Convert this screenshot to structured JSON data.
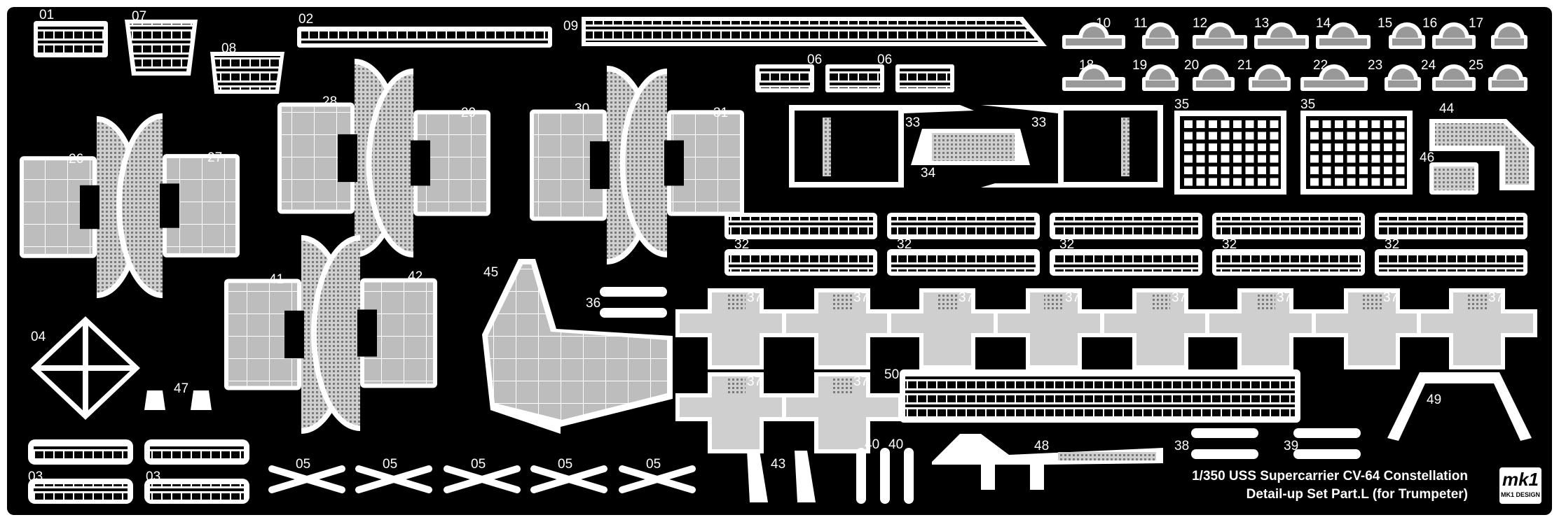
{
  "sheet": {
    "title_line1": "1/350 USS Supercarrier CV-64 Constellation",
    "title_line2": "Detail-up Set Part.L (for Trumpeter)",
    "logo_mark": "mk1",
    "logo_text": "MK1 DESIGN",
    "colors": {
      "frame": "#000000",
      "fret": "#ffffff",
      "deck": "#bdbdbd",
      "mesh": "#888888"
    }
  },
  "part_labels": {
    "p01": "01",
    "p02": "02",
    "p03a": "03",
    "p03b": "03",
    "p04": "04",
    "p05a": "05",
    "p05b": "05",
    "p05c": "05",
    "p05d": "05",
    "p05e": "05",
    "p06a": "06",
    "p06b": "06",
    "p07": "07",
    "p08": "08",
    "p09": "09",
    "p10": "10",
    "p11": "11",
    "p12": "12",
    "p13": "13",
    "p14": "14",
    "p15": "15",
    "p16": "16",
    "p17": "17",
    "p18": "18",
    "p19": "19",
    "p20": "20",
    "p21": "21",
    "p22": "22",
    "p23": "23",
    "p24": "24",
    "p25": "25",
    "p26": "26",
    "p27": "27",
    "p28": "28",
    "p29": "29",
    "p30": "30",
    "p31": "31",
    "p32a": "32",
    "p32b": "32",
    "p32c": "32",
    "p32d": "32",
    "p32e": "32",
    "p33a": "33",
    "p33b": "33",
    "p34": "34",
    "p35a": "35",
    "p35b": "35",
    "p36": "36",
    "p37a": "37",
    "p37b": "37",
    "p37c": "37",
    "p37d": "37",
    "p37e": "37",
    "p37f": "37",
    "p37g": "37",
    "p37h": "37",
    "p37i": "37",
    "p37j": "37",
    "p38": "38",
    "p39": "39",
    "p40a": "40",
    "p40b": "40",
    "p41": "41",
    "p42": "42",
    "p43": "43",
    "p44": "44",
    "p45": "45",
    "p46": "46",
    "p47": "47",
    "p48": "48",
    "p49": "49",
    "p50": "50"
  }
}
